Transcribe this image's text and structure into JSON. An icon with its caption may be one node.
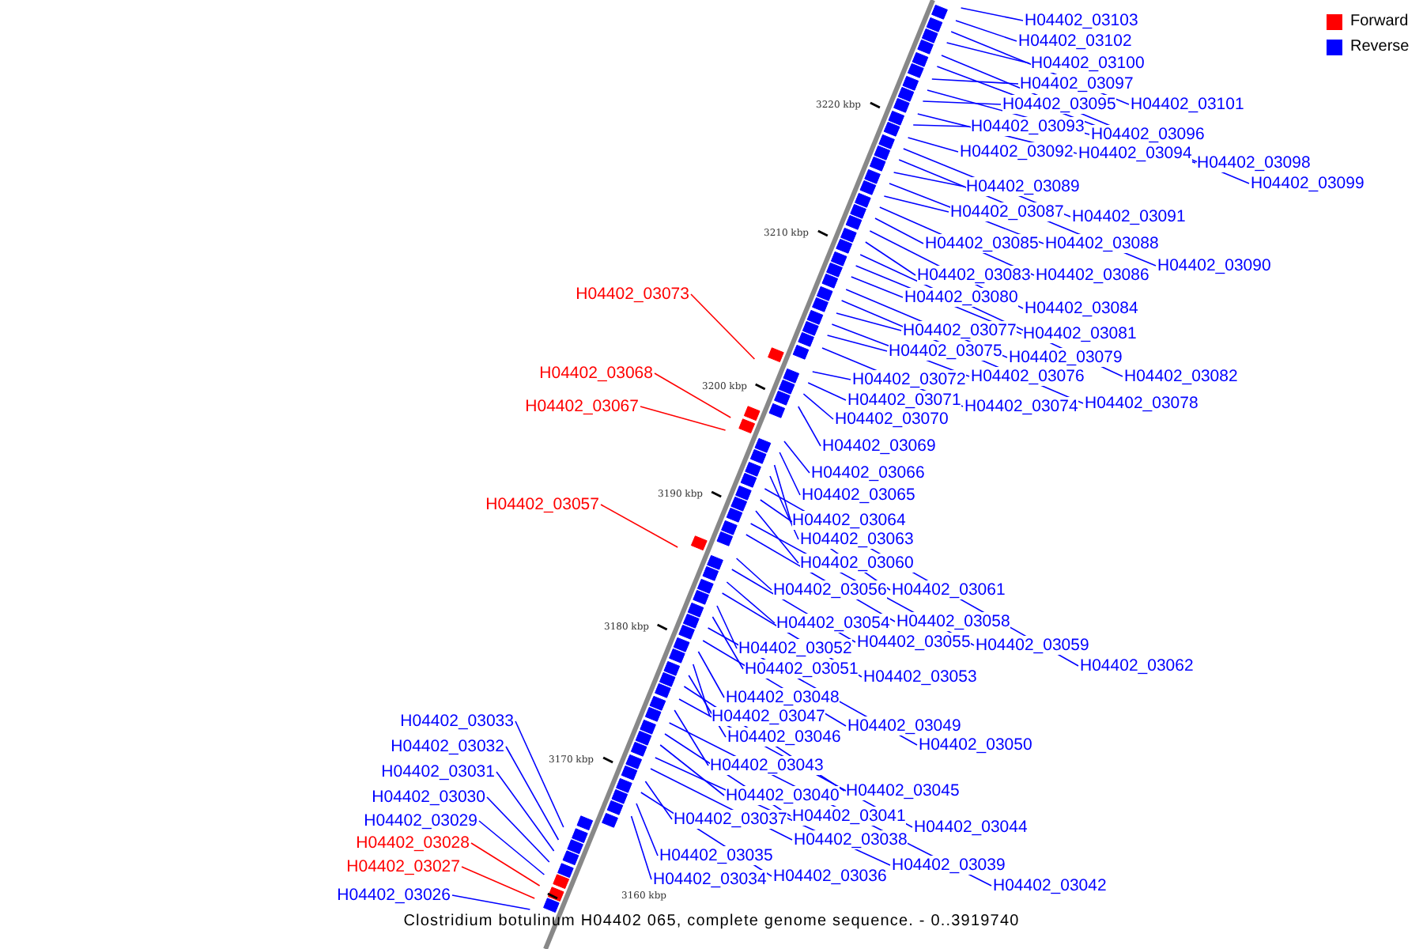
{
  "diagram": {
    "caption": "Clostridium botulinum H04402 065, complete genome sequence. - 0..3919740",
    "nodes": [
      {
        "text": [
          "H04402_03103"
        ]
      },
      {
        "text": [
          "H04402_03102"
        ]
      },
      {
        "text": [
          "H04402_03100"
        ]
      },
      {
        "text": [
          "H04402_03097"
        ]
      },
      {
        "text": [
          "H04402_03095"
        ]
      },
      {
        "text": [
          "H04402_03101"
        ]
      },
      {
        "text": [
          "H04402_03093"
        ]
      },
      {
        "text": [
          "H04402_03096"
        ]
      },
      {
        "text": [
          "H04402_03092"
        ]
      },
      {
        "text": [
          "H04402_03094"
        ]
      },
      {
        "text": [
          "H04402_03098"
        ]
      },
      {
        "text": [
          "H04402_03099"
        ]
      },
      {
        "text": [
          "H04402_03089"
        ]
      },
      {
        "text": [
          "H04402_03087"
        ]
      },
      {
        "text": [
          "H04402_03091"
        ]
      },
      {
        "text": [
          "H04402_03085"
        ]
      },
      {
        "text": [
          "H04402_03088"
        ]
      },
      {
        "text": [
          "H04402_03090"
        ]
      },
      {
        "text": [
          "H04402_03083"
        ]
      },
      {
        "text": [
          "H04402_03086"
        ]
      },
      {
        "text": [
          "H04402_03073"
        ]
      },
      {
        "text": [
          "H04402_03080"
        ]
      },
      {
        "text": [
          "H04402_03084"
        ]
      },
      {
        "text": [
          "H04402_03077"
        ]
      },
      {
        "text": [
          "H04402_03081"
        ]
      },
      {
        "text": [
          "H04402_03075"
        ]
      },
      {
        "text": [
          "H04402_03079"
        ]
      },
      {
        "text": [
          "H04402_03068"
        ]
      },
      {
        "text": [
          "H04402_03072"
        ]
      },
      {
        "text": [
          "H04402_03076"
        ]
      },
      {
        "text": [
          "H04402_03082"
        ]
      },
      {
        "text": [
          "H04402_03071"
        ]
      },
      {
        "text": [
          "H04402_03078"
        ]
      },
      {
        "text": [
          "H04402_03074"
        ]
      },
      {
        "text": [
          "H04402_03067"
        ]
      },
      {
        "text": [
          "H04402_03070"
        ]
      },
      {
        "text": [
          "H04402_03069"
        ]
      },
      {
        "text": [
          "H04402_03066"
        ]
      },
      {
        "text": [
          "H04402_03065"
        ]
      },
      {
        "text": [
          "H04402_03057"
        ]
      },
      {
        "text": [
          "H04402_03064"
        ]
      },
      {
        "text": [
          "H04402_03063"
        ]
      },
      {
        "text": [
          "H04402_03060"
        ]
      },
      {
        "text": [
          "H04402_03056"
        ]
      },
      {
        "text": [
          "H04402_03061"
        ]
      },
      {
        "text": [
          "H04402_03058"
        ]
      },
      {
        "text": [
          "H04402_03054"
        ]
      },
      {
        "text": [
          "H04402_03055"
        ]
      },
      {
        "text": [
          "H04402_03059"
        ]
      },
      {
        "text": [
          "H04402_03052"
        ]
      },
      {
        "text": [
          "H04402_03062"
        ]
      },
      {
        "text": [
          "H04402_03051"
        ]
      },
      {
        "text": [
          "H04402_03053"
        ]
      },
      {
        "text": [
          "H04402_03048"
        ]
      },
      {
        "text": [
          "H04402_03047"
        ]
      },
      {
        "text": [
          "H04402_03033"
        ]
      },
      {
        "text": [
          "H04402_03049"
        ]
      },
      {
        "text": [
          "H04402_03046"
        ]
      },
      {
        "text": [
          "H04402_03050"
        ]
      },
      {
        "text": [
          "H04402_03032"
        ]
      },
      {
        "text": [
          "H04402_03043"
        ]
      },
      {
        "text": [
          "H04402_03031"
        ]
      },
      {
        "text": [
          "H04402_03045"
        ]
      },
      {
        "text": [
          "H04402_03040"
        ]
      },
      {
        "text": [
          "H04402_03030"
        ]
      },
      {
        "text": [
          "H04402_03041"
        ]
      },
      {
        "text": [
          "H04402_03037"
        ]
      },
      {
        "text": [
          "H04402_03029"
        ]
      },
      {
        "text": [
          "H04402_03044"
        ]
      },
      {
        "text": [
          "H04402_03038"
        ]
      },
      {
        "text": [
          "H04402_03028"
        ]
      },
      {
        "text": [
          "H04402_03035"
        ]
      },
      {
        "text": [
          "H04402_03039"
        ]
      },
      {
        "text": [
          "H04402_03027"
        ]
      },
      {
        "text": [
          "H04402_03034"
        ]
      },
      {
        "text": [
          "H04402_03036"
        ]
      },
      {
        "text": [
          "H04402_03042"
        ]
      },
      {
        "text": [
          "H04402_03026"
        ]
      }
    ],
    "edges": [
      {
        "from": 0,
        "to": null,
        "arrow": "none"
      },
      {
        "from": 1,
        "to": null,
        "arrow": "none"
      },
      {
        "from": 2,
        "to": null,
        "arrow": "none"
      },
      {
        "from": 3,
        "to": null,
        "arrow": "none"
      },
      {
        "from": 4,
        "to": null,
        "arrow": "none"
      },
      {
        "from": 5,
        "to": null,
        "arrow": "none"
      },
      {
        "from": 6,
        "to": null,
        "arrow": "none"
      },
      {
        "from": 7,
        "to": null,
        "arrow": "none"
      },
      {
        "from": 8,
        "to": null,
        "arrow": "none"
      },
      {
        "from": 9,
        "to": null,
        "arrow": "none"
      },
      {
        "from": 10,
        "to": null,
        "arrow": "none"
      },
      {
        "from": 11,
        "to": null,
        "arrow": "none"
      },
      {
        "from": 12,
        "to": null,
        "arrow": "none"
      },
      {
        "from": 13,
        "to": null,
        "arrow": "none"
      },
      {
        "from": 14,
        "to": null,
        "arrow": "none"
      },
      {
        "from": 15,
        "to": null,
        "arrow": "none"
      },
      {
        "from": 16,
        "to": null,
        "arrow": "none"
      },
      {
        "from": 17,
        "to": null,
        "arrow": "none"
      },
      {
        "from": 18,
        "to": null,
        "arrow": "none"
      },
      {
        "from": 19,
        "to": null,
        "arrow": "none"
      },
      {
        "from": 20,
        "to": null,
        "arrow": "none",
        "color": "#ff0000"
      },
      {
        "from": 21,
        "to": null,
        "arrow": "none"
      },
      {
        "from": 22,
        "to": null,
        "arrow": "none"
      },
      {
        "from": 23,
        "to": null,
        "arrow": "none"
      },
      {
        "from": 24,
        "to": null,
        "arrow": "none"
      },
      {
        "from": 25,
        "to": null,
        "arrow": "none"
      },
      {
        "from": 26,
        "to": null,
        "arrow": "none"
      },
      {
        "from": 27,
        "to": null,
        "arrow": "none",
        "color": "#ff0000"
      },
      {
        "from": 28,
        "to": null,
        "arrow": "none"
      },
      {
        "from": 29,
        "to": null,
        "arrow": "none"
      },
      {
        "from": 30,
        "to": null,
        "arrow": "none"
      },
      {
        "from": 31,
        "to": null,
        "arrow": "none"
      },
      {
        "from": 32,
        "to": null,
        "arrow": "none"
      },
      {
        "from": 33,
        "to": null,
        "arrow": "none"
      },
      {
        "from": 34,
        "to": null,
        "arrow": "none",
        "color": "#ff0000"
      },
      {
        "from": 35,
        "to": null,
        "arrow": "none"
      },
      {
        "from": 36,
        "to": null,
        "arrow": "none"
      },
      {
        "from": 37,
        "to": null,
        "arrow": "none"
      },
      {
        "from": 38,
        "to": null,
        "arrow": "none"
      },
      {
        "from": 39,
        "to": null,
        "arrow": "none",
        "color": "#ff0000"
      },
      {
        "from": 40,
        "to": null,
        "arrow": "none"
      },
      {
        "from": 41,
        "to": null,
        "arrow": "none"
      },
      {
        "from": 42,
        "to": null,
        "arrow": "none"
      },
      {
        "from": 43,
        "to": null,
        "arrow": "none"
      },
      {
        "from": 44,
        "to": null,
        "arrow": "none"
      },
      {
        "from": 45,
        "to": null,
        "arrow": "none"
      },
      {
        "from": 46,
        "to": null,
        "arrow": "none"
      },
      {
        "from": 47,
        "to": null,
        "arrow": "none"
      },
      {
        "from": 48,
        "to": null,
        "arrow": "none"
      },
      {
        "from": 49,
        "to": null,
        "arrow": "none"
      },
      {
        "from": 50,
        "to": null,
        "arrow": "none"
      },
      {
        "from": 51,
        "to": null,
        "arrow": "none"
      },
      {
        "from": 52,
        "to": null,
        "arrow": "none"
      },
      {
        "from": 53,
        "to": null,
        "arrow": "none"
      },
      {
        "from": 54,
        "to": null,
        "arrow": "none"
      },
      {
        "from": 55,
        "to": null,
        "arrow": "none"
      },
      {
        "from": 56,
        "to": null,
        "arrow": "none"
      },
      {
        "from": 57,
        "to": null,
        "arrow": "none"
      },
      {
        "from": 58,
        "to": null,
        "arrow": "none"
      },
      {
        "from": 59,
        "to": null,
        "arrow": "none"
      },
      {
        "from": 60,
        "to": null,
        "arrow": "none"
      },
      {
        "from": 61,
        "to": null,
        "arrow": "none"
      },
      {
        "from": 62,
        "to": null,
        "arrow": "none"
      },
      {
        "from": 63,
        "to": null,
        "arrow": "none"
      },
      {
        "from": 64,
        "to": null,
        "arrow": "none"
      },
      {
        "from": 65,
        "to": null,
        "arrow": "none"
      },
      {
        "from": 66,
        "to": null,
        "arrow": "none"
      },
      {
        "from": 67,
        "to": null,
        "arrow": "none"
      },
      {
        "from": 68,
        "to": null,
        "arrow": "none"
      },
      {
        "from": 69,
        "to": null,
        "arrow": "none"
      },
      {
        "from": 70,
        "to": null,
        "arrow": "none",
        "color": "#ff0000"
      },
      {
        "from": 71,
        "to": null,
        "arrow": "none"
      },
      {
        "from": 72,
        "to": null,
        "arrow": "none"
      },
      {
        "from": 73,
        "to": null,
        "arrow": "none",
        "color": "#ff0000"
      },
      {
        "from": 74,
        "to": null,
        "arrow": "none"
      },
      {
        "from": 75,
        "to": null,
        "arrow": "none"
      },
      {
        "from": 76,
        "to": null,
        "arrow": "none"
      },
      {
        "from": 77,
        "to": null,
        "arrow": "none"
      }
    ],
    "labels": [
      "3220 kbp",
      "3210 kbp",
      "3200 kbp",
      "3190 kbp",
      "3180 kbp",
      "3170 kbp",
      "3160 kbp"
    ],
    "legend": [
      {
        "text": "Forward",
        "color": "#ff0000"
      },
      {
        "text": "Reverse",
        "color": "#0000ff"
      }
    ]
  }
}
